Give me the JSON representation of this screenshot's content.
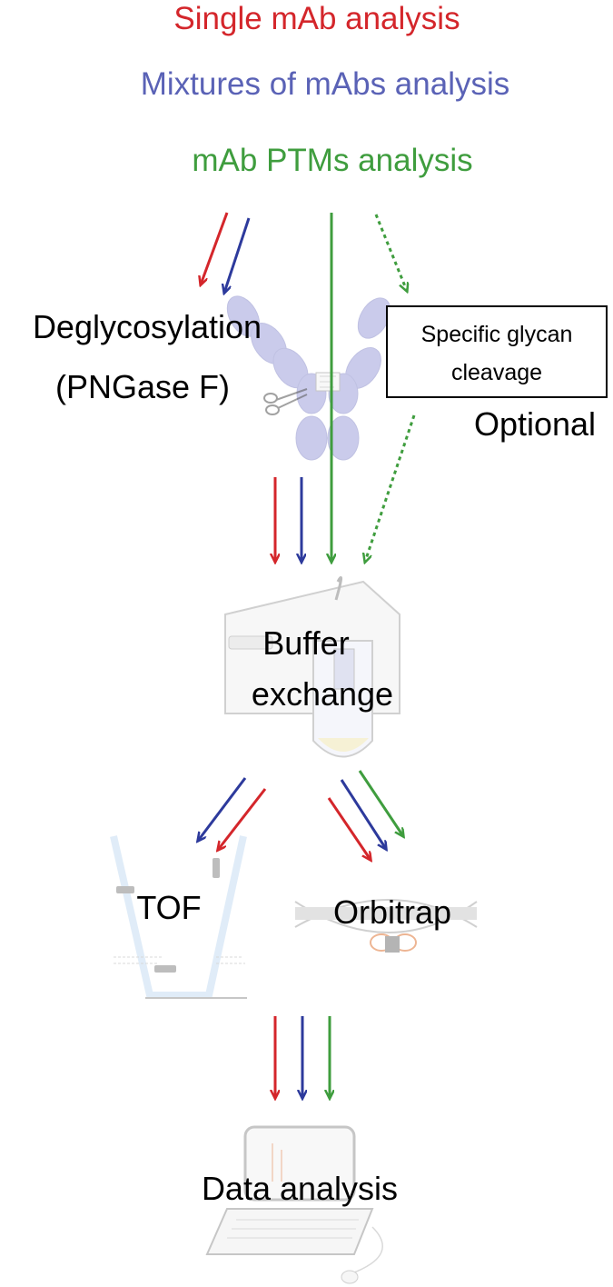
{
  "titles": {
    "single": "Single mAb analysis",
    "mixtures": "Mixtures of mAbs analysis",
    "ptms": "mAb PTMs analysis"
  },
  "steps": {
    "deglycosylation": "Deglycosylation",
    "pngase": "(PNGase F)",
    "specific_glycan_line1": "Specific glycan",
    "specific_glycan_line2": "cleavage",
    "optional": "Optional",
    "buffer_line1": "Buffer",
    "buffer_line2": "exchange",
    "tof": "TOF",
    "orbitrap": "Orbitrap",
    "data_analysis": "Data analysis"
  },
  "colors": {
    "single": "#d4262b",
    "mixtures": "#2d3a9c",
    "ptms": "#3f9d3e",
    "antibody": "#9fa2dc"
  },
  "icons": {
    "antibody": "antibody-icon",
    "scissors": "scissors-icon",
    "centrifuge": "centrifuge-icon",
    "tof": "tof-analyzer-icon",
    "orbitrap": "orbitrap-analyzer-icon",
    "computer": "computer-icon"
  }
}
